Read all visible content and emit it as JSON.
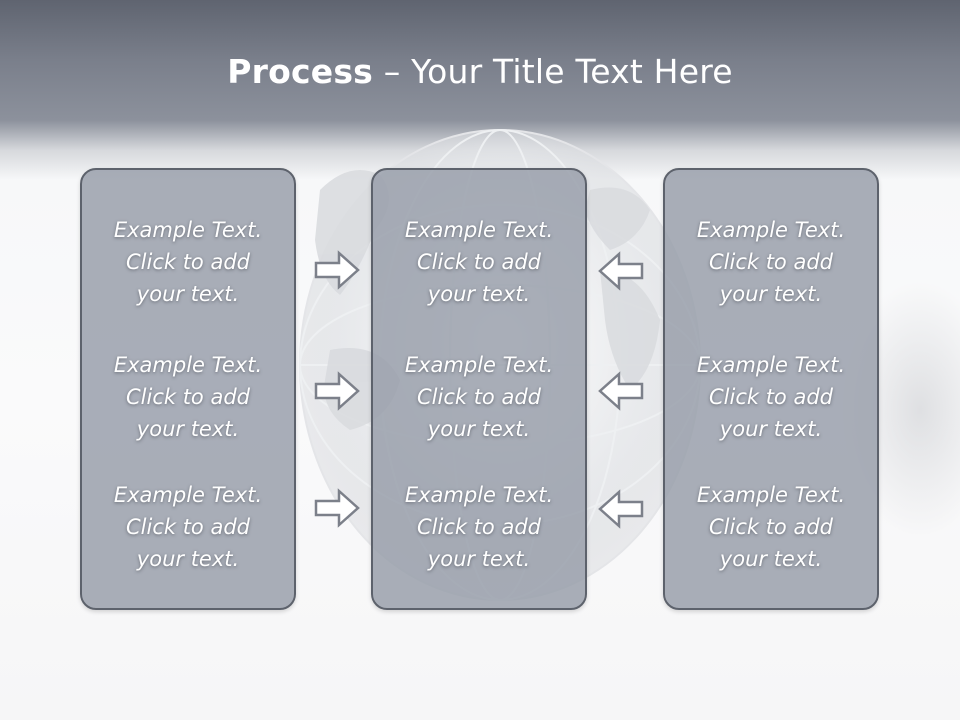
{
  "title": {
    "bold": "Process",
    "rest": " – Your Title Text Here"
  },
  "panels": {
    "left": [
      {
        "line1": "Example Text.",
        "line2": "Click  to add",
        "line3": "your text."
      },
      {
        "line1": "Example Text.",
        "line2": "Click  to add",
        "line3": "your text."
      },
      {
        "line1": "Example Text.",
        "line2": "Click  to add",
        "line3": "your text."
      }
    ],
    "middle": [
      {
        "line1": "Example Text.",
        "line2": "Click  to add",
        "line3": "your text."
      },
      {
        "line1": "Example Text.",
        "line2": "Click  to add",
        "line3": "your text."
      },
      {
        "line1": "Example Text.",
        "line2": "Click  to add",
        "line3": "your text."
      }
    ],
    "right": [
      {
        "line1": "Example Text.",
        "line2": "Click  to add",
        "line3": "your text."
      },
      {
        "line1": "Example Text.",
        "line2": "Click  to add",
        "line3": "your text."
      },
      {
        "line1": "Example Text.",
        "line2": "Click  to add",
        "line3": "your text."
      }
    ]
  },
  "arrows": {
    "left_to_middle": "arrow-right-icon",
    "right_to_middle": "arrow-left-icon"
  },
  "colors": {
    "header": "#7a7f8b",
    "panel_fill": "#969ca8",
    "panel_border": "#5d626c",
    "text": "#ffffff",
    "arrow_stroke": "#7c808a"
  }
}
